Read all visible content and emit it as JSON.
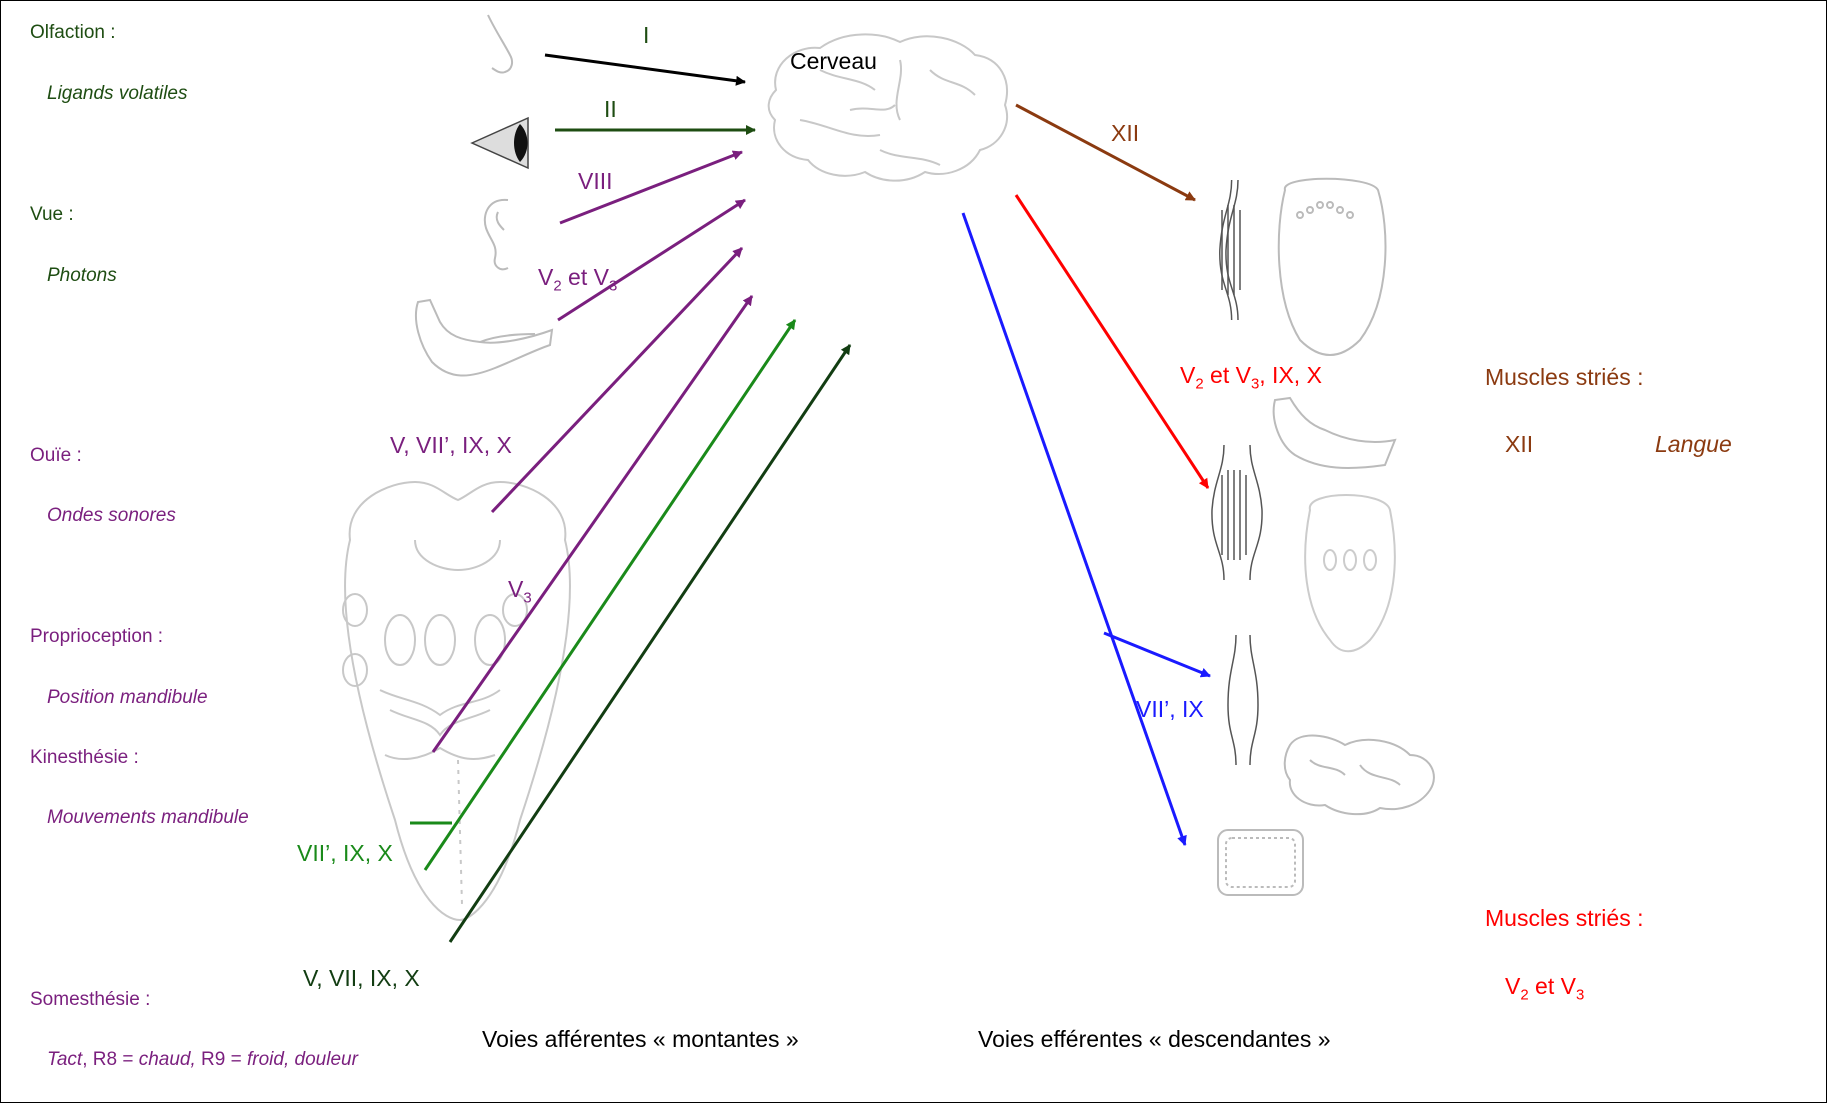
{
  "senses": [
    {
      "label": "Olfaction :",
      "stimulus": "Ligands volatiles"
    },
    {
      "label": "Vue :",
      "stimulus": "Photons"
    },
    {
      "label": "Ouïe :",
      "stimulus": "Ondes sonores"
    },
    {
      "label": "Proprioception :",
      "stimulus": "Position mandibule"
    },
    {
      "label": "Kinesthésie :",
      "stimulus": "Mouvements mandibule"
    },
    {
      "label": "Somesthésie :",
      "stimulus_tact": "Tact",
      "stimulus_r8": ", R8 = ",
      "stimulus_chaud": "chaud,",
      "stimulus_r9": " R9 = ",
      "stimulus_rest": "froid, douleur"
    }
  ],
  "brain": {
    "label": "Cerveau"
  },
  "afferent_nerves": {
    "olfaction": "I",
    "vision": "II",
    "hearing": "VIII",
    "mandible_prefix": "V",
    "mandible_sub1": "2",
    "mandible_mid": " et V",
    "mandible_sub2": "3",
    "tongue": "V, VII’, IX, X",
    "v3_prefix": "V",
    "v3_sub": "3",
    "taste": "VII’, IX, X",
    "general": "V, VII, IX, X"
  },
  "efferent_nerves": {
    "tongue": "XII",
    "jaw_prefix": "V",
    "jaw_sub1": "2",
    "jaw_mid": " et V",
    "jaw_sub2": "3",
    "jaw_suffix": ", IX, X",
    "glands": "VII’, IX"
  },
  "right_labels": {
    "muscles1_title": "Muscles striés :",
    "muscles1_nerve": "XII",
    "muscles1_target": "Langue",
    "muscles2_title": "Muscles striés :",
    "muscles2_prefix": "V",
    "muscles2_sub1": "2",
    "muscles2_mid": " et V",
    "muscles2_sub2": "3"
  },
  "footer": {
    "afferent": "Voies afférentes « montantes »",
    "efferent": "Voies efférentes « descendantes »"
  },
  "colors": {
    "olfaction_arrow": "#000000",
    "vision_arrow": "#1e4d12",
    "sensory_arrows": "#7a1f7e",
    "taste_arrow": "#1a8a1a",
    "general_arrow": "#123d12",
    "xii_arrow": "#8b3a10",
    "jaw_arrow": "#ff0000",
    "glands_arrow": "#1a1aff"
  }
}
